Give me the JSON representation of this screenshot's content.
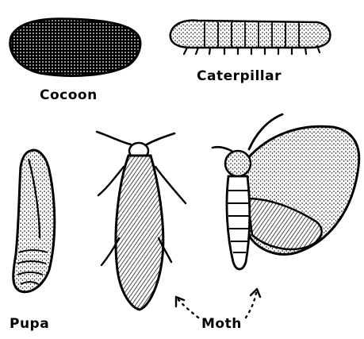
{
  "labels": {
    "cocoon": "Cocoon",
    "caterpillar": "Caterpillar",
    "pupa": "Pupa",
    "moth": "Moth"
  },
  "colors": {
    "ink": "#000000",
    "paper": "#ffffff"
  }
}
